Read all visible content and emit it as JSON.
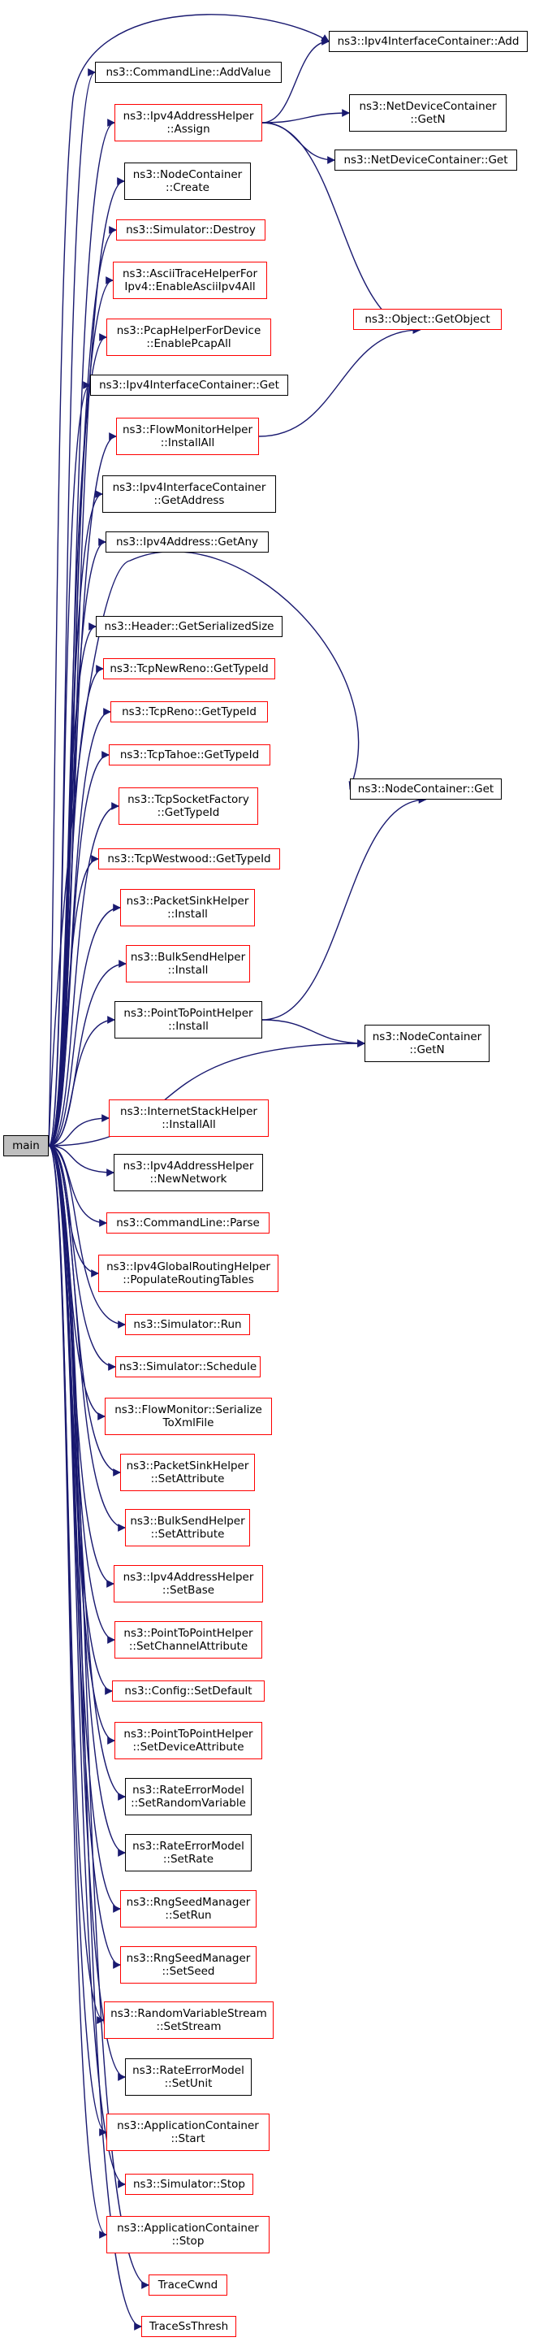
{
  "diagram": {
    "kind": "doxygen-call-graph",
    "colors": {
      "edge": "#191970",
      "node_border_default": "#000000",
      "node_border_linked": "#ff0000",
      "root_fill": "#bfbfbf"
    },
    "nodes": [
      {
        "id": "main",
        "lines": [
          "main"
        ],
        "style": "root"
      },
      {
        "id": "ipv4ic_add",
        "lines": [
          "ns3::Ipv4InterfaceContainer::Add"
        ],
        "style": "black"
      },
      {
        "id": "cl_addvalue",
        "lines": [
          "ns3::CommandLine::AddValue"
        ],
        "style": "black"
      },
      {
        "id": "ipv4ah_assign",
        "lines": [
          "ns3::Ipv4AddressHelper",
          "::Assign"
        ],
        "style": "red"
      },
      {
        "id": "ndc_getn",
        "lines": [
          "ns3::NetDeviceContainer",
          "::GetN"
        ],
        "style": "black"
      },
      {
        "id": "ndc_get",
        "lines": [
          "ns3::NetDeviceContainer::Get"
        ],
        "style": "black"
      },
      {
        "id": "nc_create",
        "lines": [
          "ns3::NodeContainer",
          "::Create"
        ],
        "style": "black"
      },
      {
        "id": "sim_destroy",
        "lines": [
          "ns3::Simulator::Destroy"
        ],
        "style": "red"
      },
      {
        "id": "ascii_enable",
        "lines": [
          "ns3::AsciiTraceHelperFor",
          "Ipv4::EnableAsciiIpv4All"
        ],
        "style": "red"
      },
      {
        "id": "obj_getobject",
        "lines": [
          "ns3::Object::GetObject"
        ],
        "style": "red"
      },
      {
        "id": "pcap_enable",
        "lines": [
          "ns3::PcapHelperForDevice",
          "::EnablePcapAll"
        ],
        "style": "red"
      },
      {
        "id": "ipv4ic_get",
        "lines": [
          "ns3::Ipv4InterfaceContainer::Get"
        ],
        "style": "black"
      },
      {
        "id": "fmh_installall",
        "lines": [
          "ns3::FlowMonitorHelper",
          "::InstallAll"
        ],
        "style": "red"
      },
      {
        "id": "ipv4ic_getaddress",
        "lines": [
          "ns3::Ipv4InterfaceContainer",
          "::GetAddress"
        ],
        "style": "black"
      },
      {
        "id": "ipv4addr_getany",
        "lines": [
          "ns3::Ipv4Address::GetAny"
        ],
        "style": "black"
      },
      {
        "id": "header_getsersize",
        "lines": [
          "ns3::Header::GetSerializedSize"
        ],
        "style": "black"
      },
      {
        "id": "tcpnewreno_gettypeid",
        "lines": [
          "ns3::TcpNewReno::GetTypeId"
        ],
        "style": "red"
      },
      {
        "id": "tcpreno_gettypeid",
        "lines": [
          "ns3::TcpReno::GetTypeId"
        ],
        "style": "red"
      },
      {
        "id": "tcptahoe_gettypeid",
        "lines": [
          "ns3::TcpTahoe::GetTypeId"
        ],
        "style": "red"
      },
      {
        "id": "nc_get",
        "lines": [
          "ns3::NodeContainer::Get"
        ],
        "style": "black"
      },
      {
        "id": "tcpsf_gettypeid",
        "lines": [
          "ns3::TcpSocketFactory",
          "::GetTypeId"
        ],
        "style": "red"
      },
      {
        "id": "tcpwestwood_gettypeid",
        "lines": [
          "ns3::TcpWestwood::GetTypeId"
        ],
        "style": "red"
      },
      {
        "id": "psh_install",
        "lines": [
          "ns3::PacketSinkHelper",
          "::Install"
        ],
        "style": "red"
      },
      {
        "id": "bsh_install",
        "lines": [
          "ns3::BulkSendHelper",
          "::Install"
        ],
        "style": "red"
      },
      {
        "id": "p2p_install",
        "lines": [
          "ns3::PointToPointHelper",
          "::Install"
        ],
        "style": "black"
      },
      {
        "id": "nc_getn",
        "lines": [
          "ns3::NodeContainer",
          "::GetN"
        ],
        "style": "black"
      },
      {
        "id": "ish_installall",
        "lines": [
          "ns3::InternetStackHelper",
          "::InstallAll"
        ],
        "style": "red"
      },
      {
        "id": "ipv4ah_newnetwork",
        "lines": [
          "ns3::Ipv4AddressHelper",
          "::NewNetwork"
        ],
        "style": "black"
      },
      {
        "id": "cl_parse",
        "lines": [
          "ns3::CommandLine::Parse"
        ],
        "style": "red"
      },
      {
        "id": "ipv4grh_populate",
        "lines": [
          "ns3::Ipv4GlobalRoutingHelper",
          "::PopulateRoutingTables"
        ],
        "style": "red"
      },
      {
        "id": "sim_run",
        "lines": [
          "ns3::Simulator::Run"
        ],
        "style": "red"
      },
      {
        "id": "sim_schedule",
        "lines": [
          "ns3::Simulator::Schedule"
        ],
        "style": "red"
      },
      {
        "id": "fm_serialize",
        "lines": [
          "ns3::FlowMonitor::Serialize",
          "ToXmlFile"
        ],
        "style": "red"
      },
      {
        "id": "psh_setattr",
        "lines": [
          "ns3::PacketSinkHelper",
          "::SetAttribute"
        ],
        "style": "red"
      },
      {
        "id": "bsh_setattr",
        "lines": [
          "ns3::BulkSendHelper",
          "::SetAttribute"
        ],
        "style": "red"
      },
      {
        "id": "ipv4ah_setbase",
        "lines": [
          "ns3::Ipv4AddressHelper",
          "::SetBase"
        ],
        "style": "red"
      },
      {
        "id": "p2p_setchannelattr",
        "lines": [
          "ns3::PointToPointHelper",
          "::SetChannelAttribute"
        ],
        "style": "red"
      },
      {
        "id": "config_setdefault",
        "lines": [
          "ns3::Config::SetDefault"
        ],
        "style": "red"
      },
      {
        "id": "p2p_setdeviceattr",
        "lines": [
          "ns3::PointToPointHelper",
          "::SetDeviceAttribute"
        ],
        "style": "red"
      },
      {
        "id": "rem_setrandomvar",
        "lines": [
          "ns3::RateErrorModel",
          "::SetRandomVariable"
        ],
        "style": "black"
      },
      {
        "id": "rem_setrate",
        "lines": [
          "ns3::RateErrorModel",
          "::SetRate"
        ],
        "style": "black"
      },
      {
        "id": "rsm_setrun",
        "lines": [
          "ns3::RngSeedManager",
          "::SetRun"
        ],
        "style": "red"
      },
      {
        "id": "rsm_setseed",
        "lines": [
          "ns3::RngSeedManager",
          "::SetSeed"
        ],
        "style": "red"
      },
      {
        "id": "rvs_setstream",
        "lines": [
          "ns3::RandomVariableStream",
          "::SetStream"
        ],
        "style": "red"
      },
      {
        "id": "rem_setunit",
        "lines": [
          "ns3::RateErrorModel",
          "::SetUnit"
        ],
        "style": "black"
      },
      {
        "id": "ac_start",
        "lines": [
          "ns3::ApplicationContainer",
          "::Start"
        ],
        "style": "red"
      },
      {
        "id": "sim_stop",
        "lines": [
          "ns3::Simulator::Stop"
        ],
        "style": "red"
      },
      {
        "id": "ac_stop",
        "lines": [
          "ns3::ApplicationContainer",
          "::Stop"
        ],
        "style": "red"
      },
      {
        "id": "tracecwnd",
        "lines": [
          "TraceCwnd"
        ],
        "style": "red"
      },
      {
        "id": "tracessthresh",
        "lines": [
          "TraceSsThresh"
        ],
        "style": "red"
      }
    ],
    "edges": [
      [
        "main",
        "ipv4ic_add"
      ],
      [
        "main",
        "cl_addvalue"
      ],
      [
        "main",
        "ipv4ah_assign"
      ],
      [
        "main",
        "nc_create"
      ],
      [
        "main",
        "sim_destroy"
      ],
      [
        "main",
        "ascii_enable"
      ],
      [
        "main",
        "pcap_enable"
      ],
      [
        "main",
        "ipv4ic_get"
      ],
      [
        "main",
        "fmh_installall"
      ],
      [
        "main",
        "ipv4ic_getaddress"
      ],
      [
        "main",
        "ipv4addr_getany"
      ],
      [
        "main",
        "nc_get"
      ],
      [
        "main",
        "header_getsersize"
      ],
      [
        "main",
        "tcpnewreno_gettypeid"
      ],
      [
        "main",
        "tcpreno_gettypeid"
      ],
      [
        "main",
        "tcptahoe_gettypeid"
      ],
      [
        "main",
        "tcpsf_gettypeid"
      ],
      [
        "main",
        "tcpwestwood_gettypeid"
      ],
      [
        "main",
        "psh_install"
      ],
      [
        "main",
        "bsh_install"
      ],
      [
        "main",
        "p2p_install"
      ],
      [
        "main",
        "nc_getn"
      ],
      [
        "main",
        "ish_installall"
      ],
      [
        "main",
        "ipv4ah_newnetwork"
      ],
      [
        "main",
        "cl_parse"
      ],
      [
        "main",
        "ipv4grh_populate"
      ],
      [
        "main",
        "sim_run"
      ],
      [
        "main",
        "sim_schedule"
      ],
      [
        "main",
        "fm_serialize"
      ],
      [
        "main",
        "psh_setattr"
      ],
      [
        "main",
        "bsh_setattr"
      ],
      [
        "main",
        "ipv4ah_setbase"
      ],
      [
        "main",
        "p2p_setchannelattr"
      ],
      [
        "main",
        "config_setdefault"
      ],
      [
        "main",
        "p2p_setdeviceattr"
      ],
      [
        "main",
        "rem_setrandomvar"
      ],
      [
        "main",
        "rem_setrate"
      ],
      [
        "main",
        "rsm_setrun"
      ],
      [
        "main",
        "rsm_setseed"
      ],
      [
        "main",
        "rvs_setstream"
      ],
      [
        "main",
        "rem_setunit"
      ],
      [
        "main",
        "ac_start"
      ],
      [
        "main",
        "sim_stop"
      ],
      [
        "main",
        "ac_stop"
      ],
      [
        "main",
        "tracecwnd"
      ],
      [
        "main",
        "tracessthresh"
      ],
      [
        "ipv4ah_assign",
        "ipv4ic_add"
      ],
      [
        "ipv4ah_assign",
        "ndc_getn"
      ],
      [
        "ipv4ah_assign",
        "ndc_get"
      ],
      [
        "ipv4ah_assign",
        "obj_getobject"
      ],
      [
        "fmh_installall",
        "obj_getobject"
      ],
      [
        "p2p_install",
        "nc_get"
      ],
      [
        "p2p_install",
        "nc_getn"
      ]
    ]
  }
}
